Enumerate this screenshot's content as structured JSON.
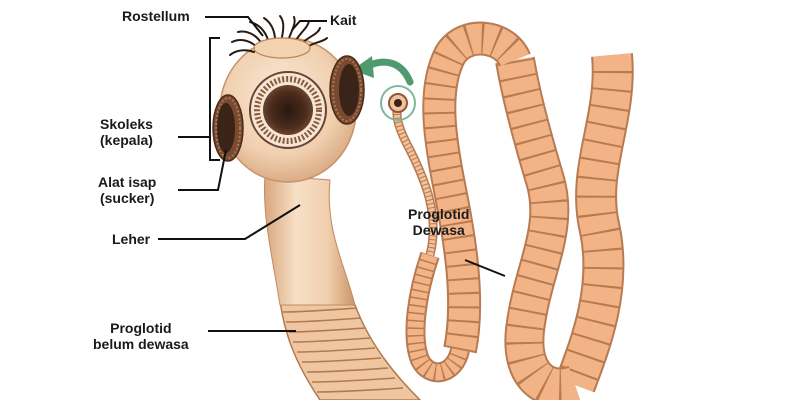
{
  "labels": {
    "rostellum": "Rostellum",
    "kait": "Kait",
    "skoleks_line1": "Skoleks",
    "skoleks_line2": "(kepala)",
    "alat_isap_line1": "Alat isap",
    "alat_isap_line2": "(sucker)",
    "leher": "Leher",
    "proglotid_muda_line1": "Proglotid",
    "proglotid_muda_line2": "belum dewasa",
    "proglotid_dewasa_line1": "Proglotid",
    "proglotid_dewasa_line2": "Dewasa"
  },
  "colors": {
    "body_light": "#f6dcc0",
    "body_mid": "#ecc39c",
    "body_dark": "#c98d62",
    "segment_fill": "#f2b486",
    "segment_stroke": "#b87a50",
    "sucker_dark": "#3a2418",
    "sucker_ring": "#8a5a3a",
    "arrow_green": "#4f9a6e",
    "leader_line": "#111111"
  }
}
